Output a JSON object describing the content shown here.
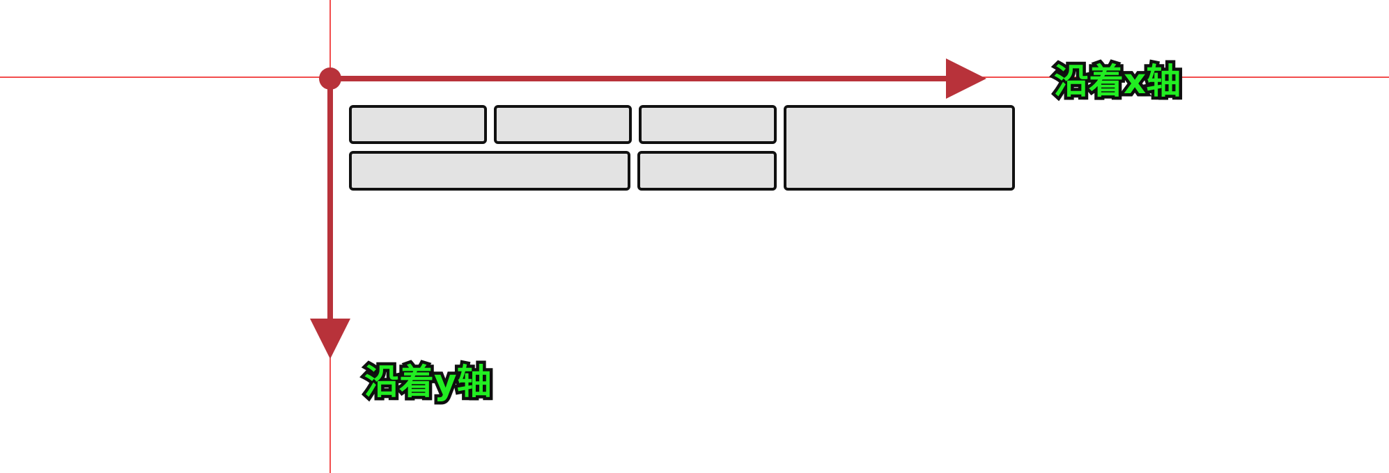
{
  "labels": {
    "x_axis": "沿着x轴",
    "y_axis": "沿着y轴"
  },
  "colors": {
    "guide_line": "#ee1111",
    "axis_arrow": "#b8323a",
    "label_fill": "#22ee22",
    "label_outline": "#111111",
    "item_fill": "#e3e3e3",
    "item_border": "#111111"
  },
  "grid_items": [
    {
      "name": "grid-item-1"
    },
    {
      "name": "grid-item-2"
    },
    {
      "name": "grid-item-3"
    },
    {
      "name": "grid-item-4"
    },
    {
      "name": "grid-item-5"
    },
    {
      "name": "grid-item-6"
    }
  ]
}
